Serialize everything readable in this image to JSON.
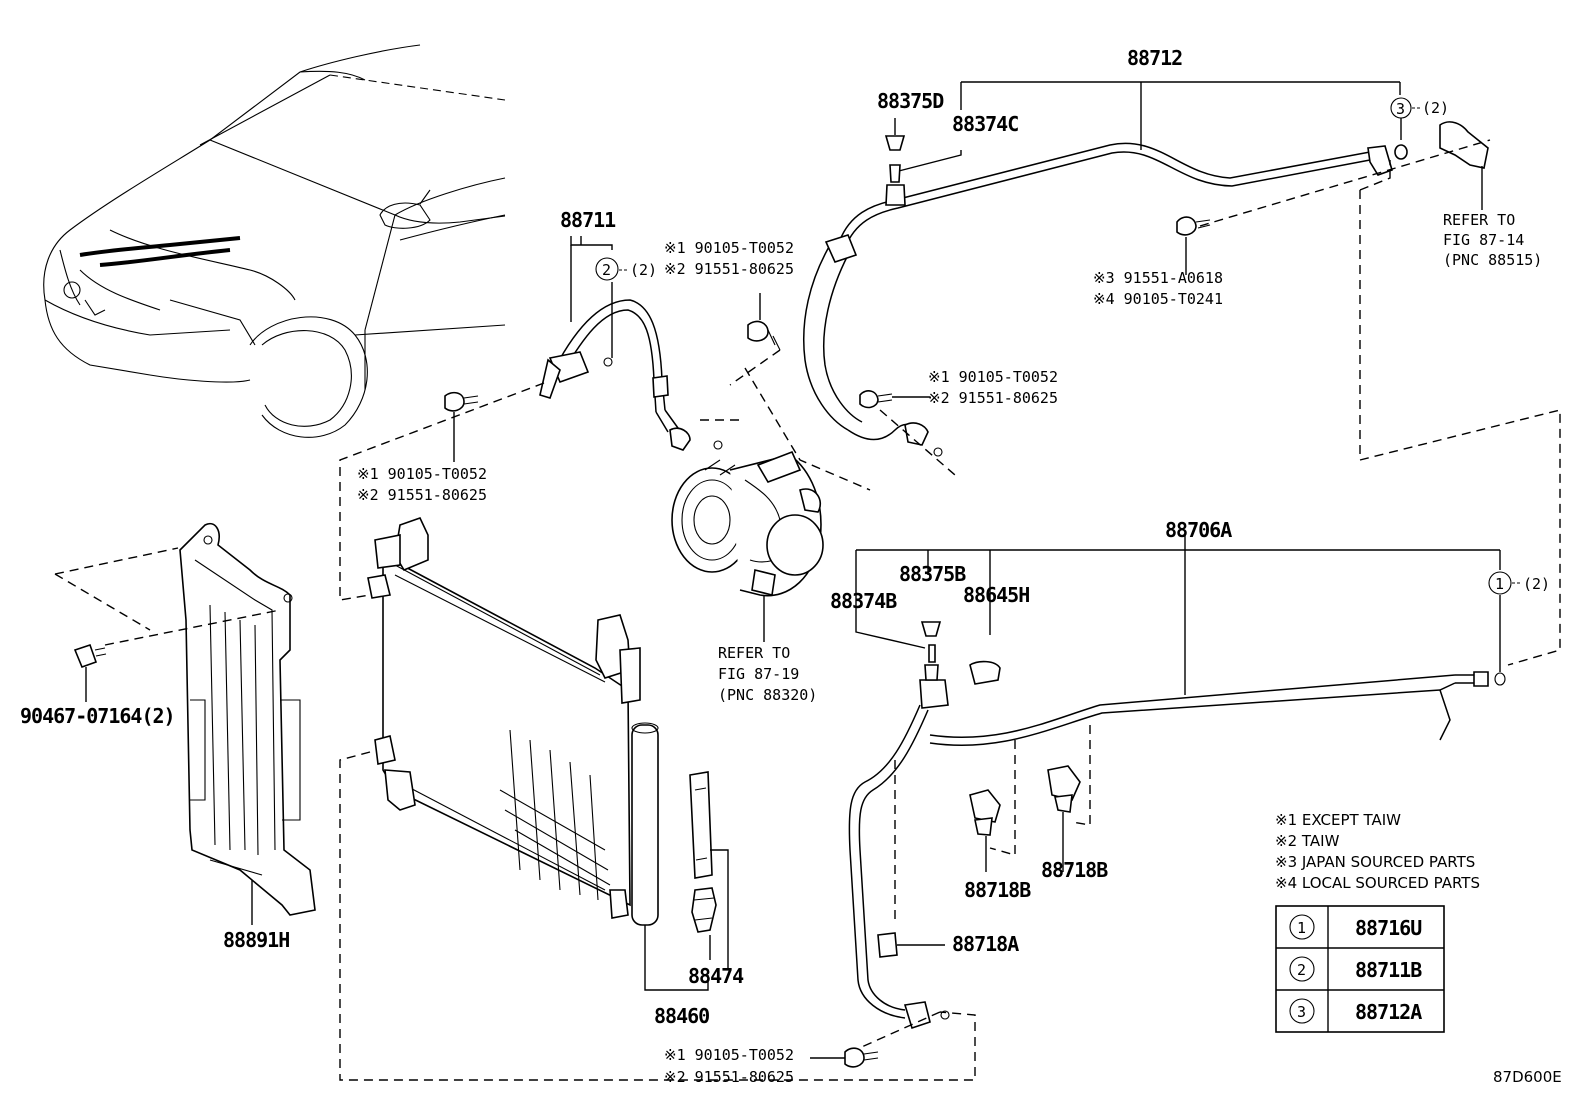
{
  "parts": {
    "p88712": "88712",
    "p88375D": "88375D",
    "p88374C": "88374C",
    "p88711": "88711",
    "p88706A": "88706A",
    "p88375B": "88375B",
    "p88374B": "88374B",
    "p88645H": "88645H",
    "p88718B_1": "88718B",
    "p88718B_2": "88718B",
    "p88718A": "88718A",
    "p88891H": "88891H",
    "p88474": "88474",
    "p88460": "88460",
    "p90467": "90467-07164(2)"
  },
  "circle_refs": {
    "c3_top": {
      "num": "3",
      "qty": "(2)"
    },
    "c2_top": {
      "num": "2",
      "qty": "(2)"
    },
    "c1_right": {
      "num": "1",
      "qty": "(2)"
    }
  },
  "bolt_notes": {
    "n_top_mid": [
      "※1 90105-T0052",
      "※2 91551-80625"
    ],
    "n_left": [
      "※1 90105-T0052",
      "※2 91551-80625"
    ],
    "n_hose": [
      "※1 90105-T0052",
      "※2 91551-80625"
    ],
    "n_a0618": [
      "※3 91551-A0618",
      "※4 90105-T0241"
    ],
    "n_bottom": [
      "※1 90105-T0052",
      "※2 91551-80625"
    ]
  },
  "refer_notes": {
    "compressor": [
      "REFER TO",
      "FIG 87-19",
      "(PNC 88320)"
    ],
    "top_right": [
      "REFER TO",
      "FIG 87-14",
      "(PNC 88515)"
    ]
  },
  "footnotes": [
    "※1 EXCEPT TAIW",
    "※2 TAIW",
    "※3 JAPAN SOURCED PARTS",
    "※4 LOCAL SOURCED PARTS"
  ],
  "legend_table": [
    {
      "num": "1",
      "part": "88716U"
    },
    {
      "num": "2",
      "part": "88711B"
    },
    {
      "num": "3",
      "part": "88712A"
    }
  ],
  "diagram_code": "87D600E"
}
